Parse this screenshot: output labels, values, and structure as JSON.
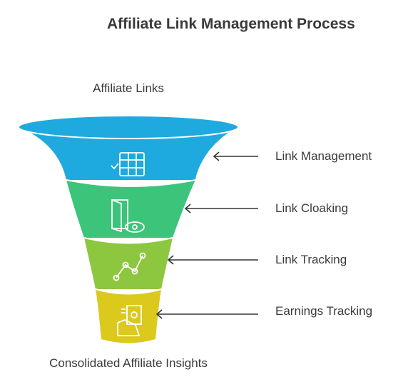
{
  "title": "Affiliate Link Management Process",
  "top_label": "Affiliate Links",
  "bottom_label": "Consolidated Affiliate Insights",
  "stages": [
    {
      "label": "Link Management",
      "icon": "checklist-grid-icon",
      "color": "#1faadf"
    },
    {
      "label": "Link Cloaking",
      "icon": "door-eye-icon",
      "color": "#3cc47a"
    },
    {
      "label": "Link Tracking",
      "icon": "chart-line-icon",
      "color": "#8dc63f"
    },
    {
      "label": "Earnings Tracking",
      "icon": "money-hand-icon",
      "color": "#dcc91d"
    }
  ],
  "colors": {
    "top_ellipse": "#1faadf",
    "stroke": "#ffffff",
    "arrow": "#333333"
  }
}
